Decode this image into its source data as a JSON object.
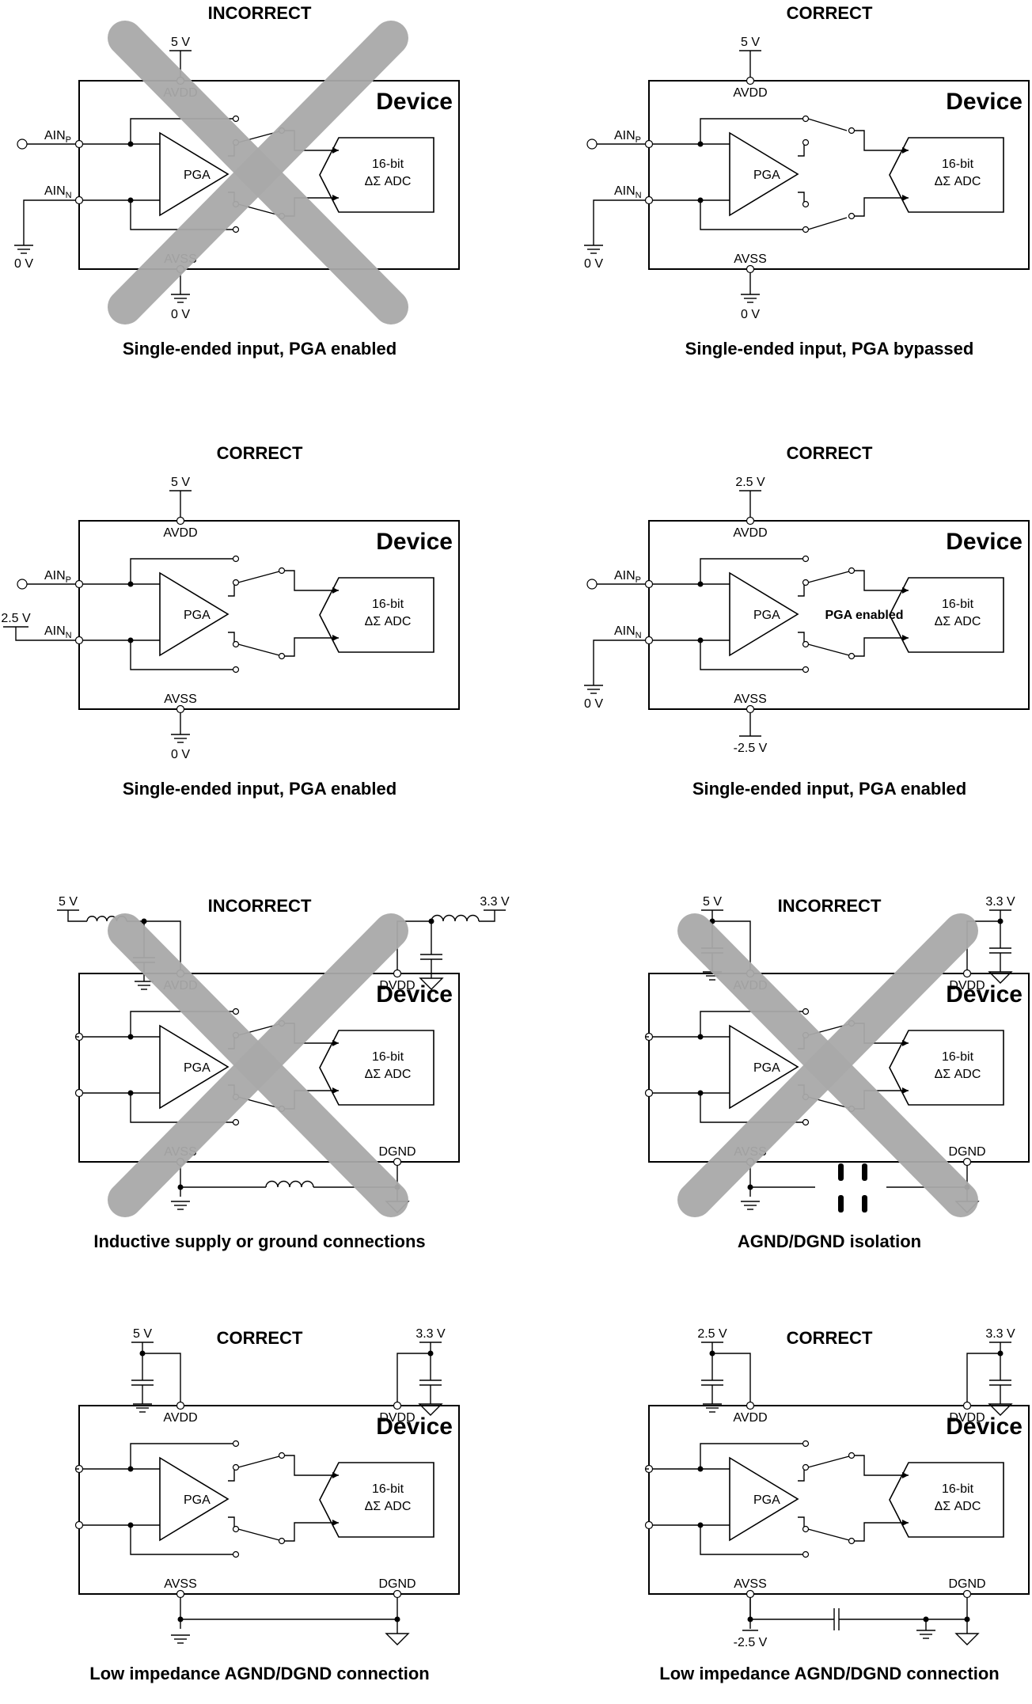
{
  "panels": [
    {
      "id": "p1",
      "header": "INCORRECT",
      "caption": "Single-ended input, PGA enabled",
      "crossed": true,
      "inputs": "single",
      "switch_mode": "pga",
      "avdd_voltage": "5 V",
      "avss_voltage": "0 V",
      "ain_n_voltage": "0 V",
      "ain_n_source": "ground",
      "pga_note": ""
    },
    {
      "id": "p2",
      "header": "CORRECT",
      "caption": "Single-ended input, PGA bypassed",
      "crossed": false,
      "inputs": "single",
      "switch_mode": "bypass",
      "avdd_voltage": "5 V",
      "avss_voltage": "0 V",
      "ain_n_voltage": "0 V",
      "ain_n_source": "ground",
      "pga_note": ""
    },
    {
      "id": "p3",
      "header": "CORRECT",
      "caption": "Single-ended input, PGA enabled",
      "crossed": false,
      "inputs": "single",
      "switch_mode": "pga",
      "avdd_voltage": "5 V",
      "avss_voltage": "0 V",
      "ain_n_voltage": "2.5 V",
      "ain_n_source": "supply",
      "pga_note": ""
    },
    {
      "id": "p4",
      "header": "CORRECT",
      "caption": "Single-ended input, PGA enabled",
      "crossed": false,
      "inputs": "single",
      "switch_mode": "pga",
      "avdd_voltage": "2.5 V",
      "avss_voltage": "-2.5 V",
      "ain_n_voltage": "0 V",
      "ain_n_source": "ground",
      "pga_note": "PGA enabled"
    },
    {
      "id": "p5",
      "header": "INCORRECT",
      "caption": "Inductive supply or ground connections",
      "crossed": true,
      "inputs": "open",
      "switch_mode": "pga",
      "avdd_voltage": "5 V",
      "dvdd_voltage": "3.3 V",
      "supply_style": "inductor",
      "ground_style": "inductor",
      "avss_voltage": ""
    },
    {
      "id": "p6",
      "header": "INCORRECT",
      "caption": "AGND/DGND isolation",
      "crossed": true,
      "inputs": "open",
      "switch_mode": "pga",
      "avdd_voltage": "5 V",
      "dvdd_voltage": "3.3 V",
      "supply_style": "cap",
      "ground_style": "isolated",
      "avss_voltage": ""
    },
    {
      "id": "p7",
      "header": "CORRECT",
      "caption": "Low impedance AGND/DGND connection",
      "crossed": false,
      "inputs": "open",
      "switch_mode": "pga",
      "avdd_voltage": "5 V",
      "dvdd_voltage": "3.3 V",
      "supply_style": "cap",
      "ground_style": "wire",
      "avss_voltage": ""
    },
    {
      "id": "p8",
      "header": "CORRECT",
      "caption": "Low impedance AGND/DGND connection",
      "crossed": false,
      "inputs": "open",
      "switch_mode": "pga",
      "avdd_voltage": "2.5 V",
      "dvdd_voltage": "3.3 V",
      "supply_style": "cap",
      "ground_style": "capacitor",
      "avss_voltage": "-2.5 V"
    }
  ],
  "labels": {
    "device": "Device",
    "pga": "PGA",
    "adc_line1": "16-bit",
    "adc_line2": "ΔΣ ADC",
    "avdd": "AVDD",
    "avss": "AVSS",
    "dvdd": "DVDD",
    "dgnd": "DGND",
    "ain": "AIN",
    "sub_p": "P",
    "sub_n": "N"
  },
  "colors": {
    "wire": "#000000",
    "cross": "#a9a9a9",
    "background": "#ffffff"
  }
}
